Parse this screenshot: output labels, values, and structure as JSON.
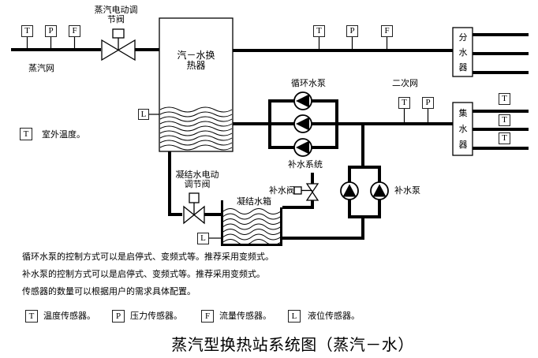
{
  "title": "蒸汽型换热站系统图（蒸汽－水）",
  "symbols": {
    "T": "T",
    "P": "P",
    "F": "F",
    "L": "L"
  },
  "labels": {
    "steam_network": "蒸汽网",
    "steam_valve_line1": "蒸汽电动调",
    "steam_valve_line2": "节阀",
    "exchanger_line1": "汽－水换",
    "exchanger_line2": "热器",
    "outdoor_temp": "室外温度。",
    "circulation_pump": "循环水泵",
    "secondary_network": "二次网",
    "distributor": "分水器",
    "collector": "集水器",
    "makeup_system": "补水系统",
    "makeup_valve": "补水阀",
    "makeup_pump": "补水泵",
    "condensate_valve_line1": "凝结水电动",
    "condensate_valve_line2": "调节阀",
    "condensate_tank": "凝结水箱"
  },
  "notes": [
    "循环水泵的控制方式可以是启停式、变频式等。推荐采用变频式。",
    "补水泵的控制方式可以是启停式、变频式等。推荐采用变频式。",
    "传感器的数量可以根据用户的需求具体配置。"
  ],
  "legend": [
    {
      "symbol": "T",
      "label": "温度传感器。"
    },
    {
      "symbol": "P",
      "label": "压力传感器。"
    },
    {
      "symbol": "F",
      "label": "流量传感器。"
    },
    {
      "symbol": "L",
      "label": "液位传感器。"
    }
  ],
  "colors": {
    "line": "#000000",
    "background": "#ffffff"
  }
}
